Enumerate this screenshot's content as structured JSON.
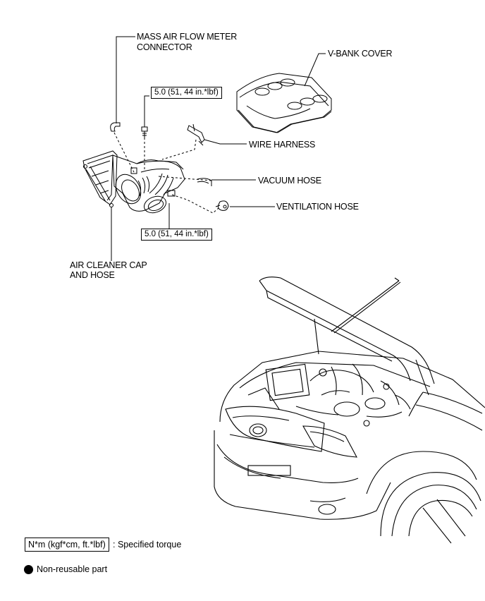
{
  "labels": {
    "maf_connector_l1": "MASS AIR FLOW METER",
    "maf_connector_l2": "CONNECTOR",
    "v_bank_cover": "V-BANK COVER",
    "wire_harness": "WIRE HARNESS",
    "vacuum_hose": "VACUUM HOSE",
    "ventilation_hose": "VENTILATION HOSE",
    "air_cleaner_l1": "AIR CLEANER CAP",
    "air_cleaner_l2": "AND HOSE"
  },
  "torque": {
    "upper": "5.0 (51, 44 in.*lbf)",
    "lower": "5.0 (51, 44 in.*lbf)"
  },
  "legend": {
    "torque_box": "N*m (kgf*cm, ft.*lbf)",
    "torque_desc": ": Specified torque",
    "nonreusable": "Non-reusable part"
  }
}
